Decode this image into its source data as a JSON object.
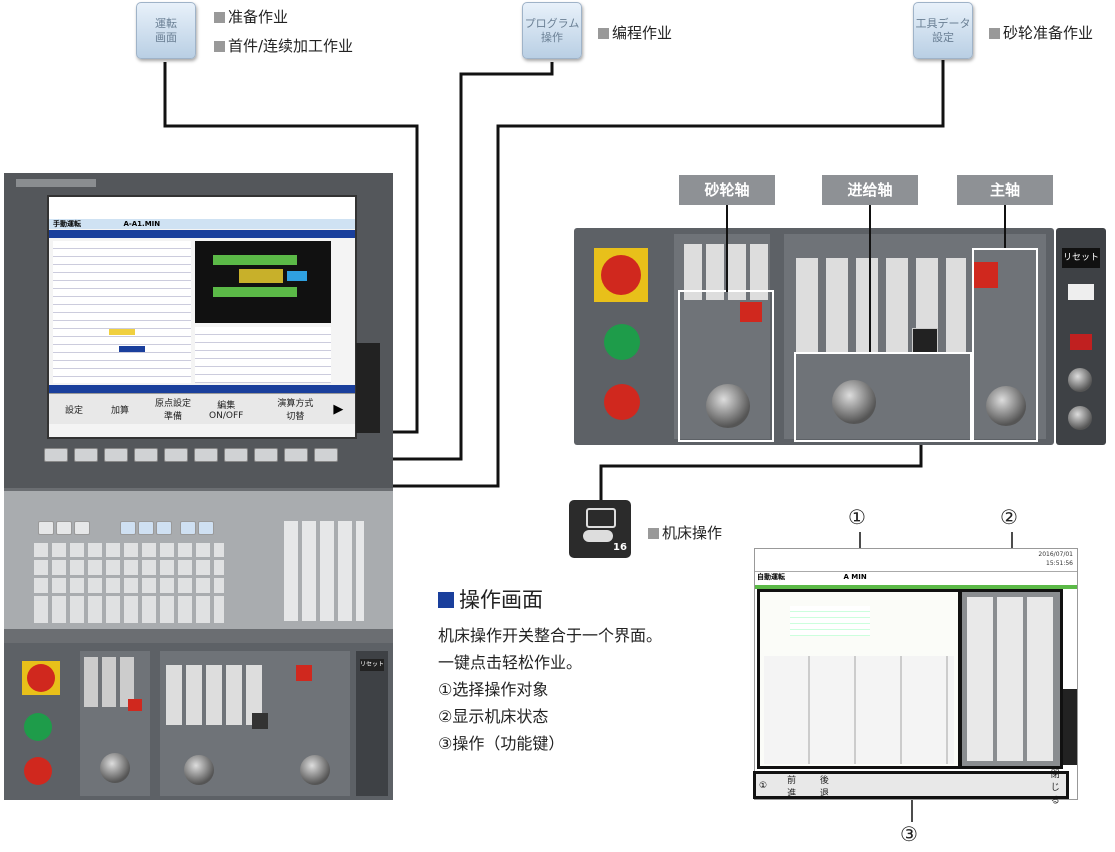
{
  "top_buttons": [
    {
      "icon_text": "運転\n画面",
      "items": [
        "准备作业",
        "首件/连续加工作业"
      ]
    },
    {
      "icon_text": "プログラム\n操作",
      "items": [
        "编程作业"
      ]
    },
    {
      "icon_text": "工具データ\n設定",
      "items": [
        "砂轮准备作业"
      ]
    }
  ],
  "axis_tags": [
    "砂轮轴",
    "进给轴",
    "主轴"
  ],
  "machine_op": {
    "icon_num": "16",
    "label": "机床操作"
  },
  "section": {
    "title": "操作画面",
    "lines": [
      "机床操作开关整合于一个界面。",
      "一键点击轻松作业。",
      "①选择操作对象",
      "②显示机床状态",
      "③操作（功能键）"
    ]
  },
  "callouts": [
    "①",
    "②",
    "③"
  ],
  "panel_keys": {
    "reset": "リセット"
  },
  "screen_left": {
    "mode": "手動運転",
    "prog": "A-A1.MIN",
    "fkeys": [
      "設定",
      "加算",
      "原点設定\n準備",
      "編集\nON/OFF",
      "演算方式\n切替"
    ]
  },
  "screen_right": {
    "mode": "自動運転",
    "prog": "A MIN",
    "fkeys": [
      "前進",
      "後退",
      "",
      "",
      "",
      "",
      "",
      "閉じる"
    ],
    "date": "2016/07/01",
    "time": "15:51:56"
  },
  "colors": {
    "accent_blue": "#1a3f9c",
    "screen_green": "#5bb947",
    "panel_gray": "#5d6166"
  }
}
